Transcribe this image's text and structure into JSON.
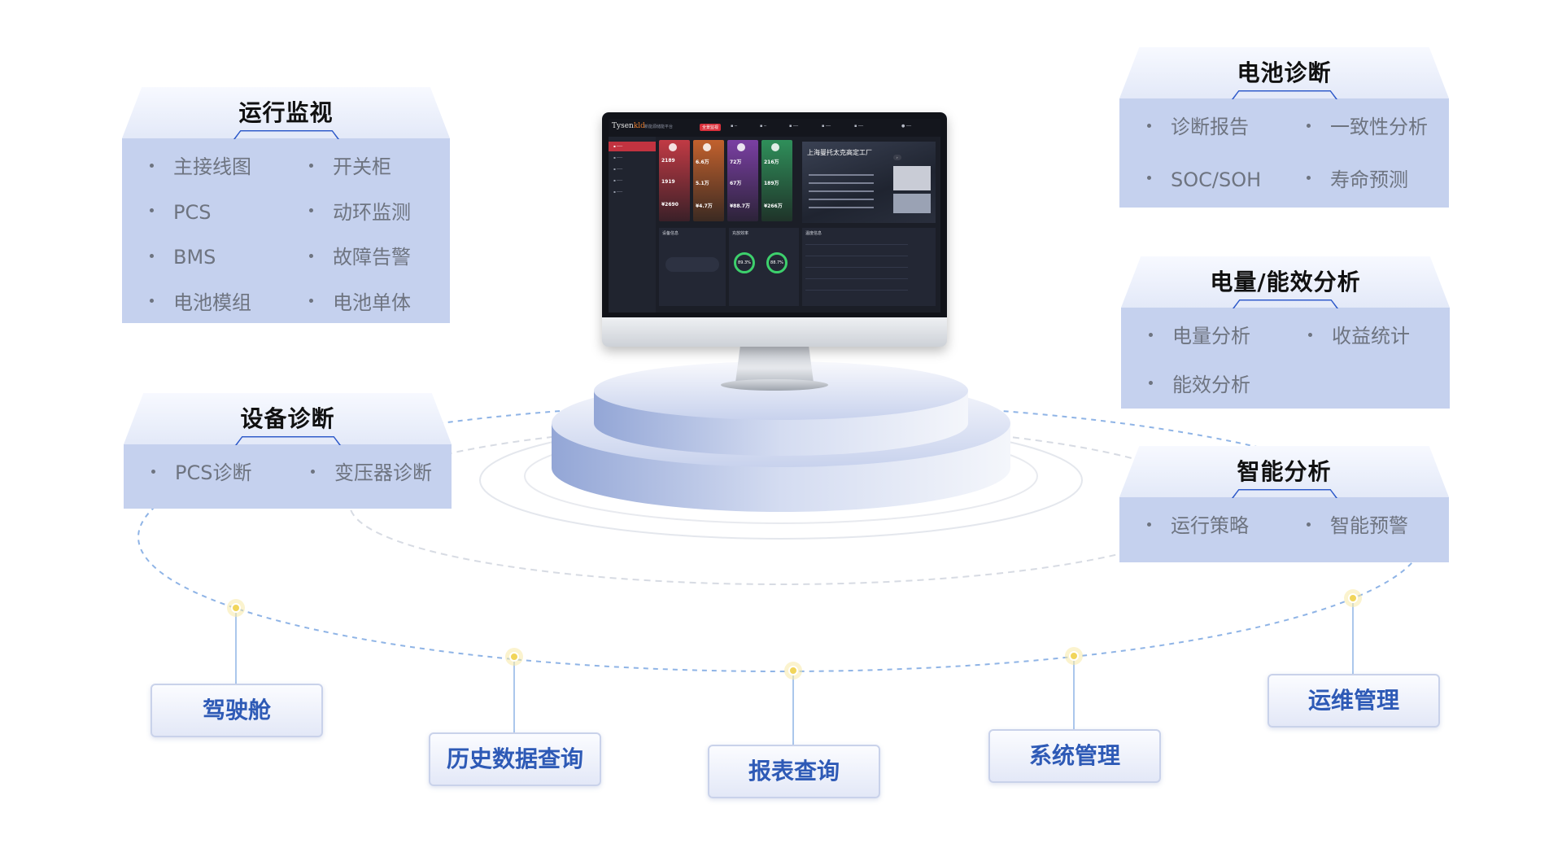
{
  "cards": {
    "run_monitor": {
      "title": "运行监视",
      "items": [
        "主接线图",
        "开关柜",
        "PCS",
        "动环监测",
        "BMS",
        "故障告警",
        "电池模组",
        "电池单体"
      ]
    },
    "device_diag": {
      "title": "设备诊断",
      "items": [
        "PCS诊断",
        "变压器诊断"
      ]
    },
    "battery_diag": {
      "title": "电池诊断",
      "items": [
        "诊断报告",
        "一致性分析",
        "SOC/SOH",
        "寿命预测"
      ]
    },
    "energy_analysis": {
      "title": "电量/能效分析",
      "items": [
        "电量分析",
        "收益统计",
        "能效分析"
      ]
    },
    "smart_analysis": {
      "title": "智能分析",
      "items": [
        "运行策略",
        "智能预警"
      ]
    }
  },
  "nav": {
    "cockpit": "驾驶舱",
    "history": "历史数据查询",
    "report": "报表查询",
    "system": "系统管理",
    "ops": "运维管理"
  },
  "screen": {
    "logo_main": "Tysen",
    "logo_accent": "kld",
    "subtitle": "新能源储能平台",
    "badge": "全景监视",
    "photo_title": "上海曼托太克高定工厂",
    "panel_titles": [
      "设备信息",
      "充放效率",
      "温度信息"
    ],
    "gauges": [
      "89.3%",
      "88.7%"
    ],
    "kpis": [
      "2189",
      "6.6万",
      "72万",
      "216万",
      "1919",
      "5.1万",
      "67万",
      "189万",
      "¥2690",
      "¥4.7万",
      "¥88.7万",
      "¥266万"
    ]
  },
  "colors": {
    "card_body": "#c5d1ee",
    "card_text": "#6e7480",
    "nav_text": "#2e5ab6",
    "connector": "#8fb4e6",
    "node_glow": "#f1d55a",
    "kpi_red": "#b8353f",
    "kpi_orange": "#c2612d",
    "kpi_purple": "#7a3fa3",
    "kpi_green": "#2f8f5a"
  }
}
